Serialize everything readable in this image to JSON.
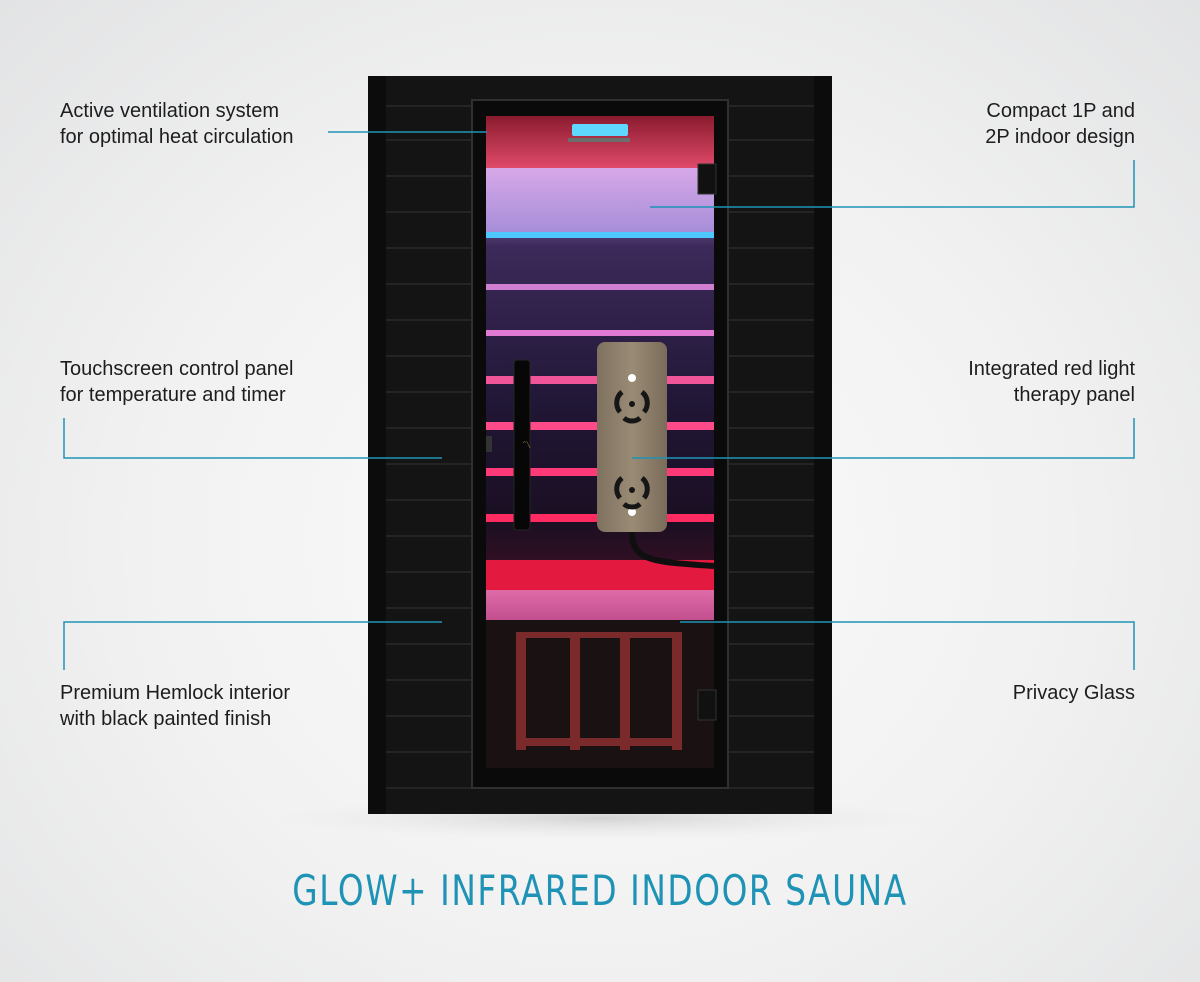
{
  "colors": {
    "accent": "#1e93b5",
    "cabinet": "#141414",
    "red_glow": "#ff2a55",
    "blue_glow": "#4fc8ff",
    "panel_wood": "#8c7d68"
  },
  "callouts": {
    "ventilation": [
      "Active ventilation system",
      "for optimal heat circulation"
    ],
    "compact": [
      "Compact 1P and",
      "2P indoor design"
    ],
    "touchscreen": [
      "Touchscreen control panel",
      "for temperature and timer"
    ],
    "red_light": [
      "Integrated red light",
      "therapy panel"
    ],
    "hemlock": [
      "Premium Hemlock interior",
      "with black painted finish"
    ],
    "privacy": [
      "Privacy Glass"
    ]
  },
  "title": "GLOW+ INFRARED INDOOR SAUNA"
}
